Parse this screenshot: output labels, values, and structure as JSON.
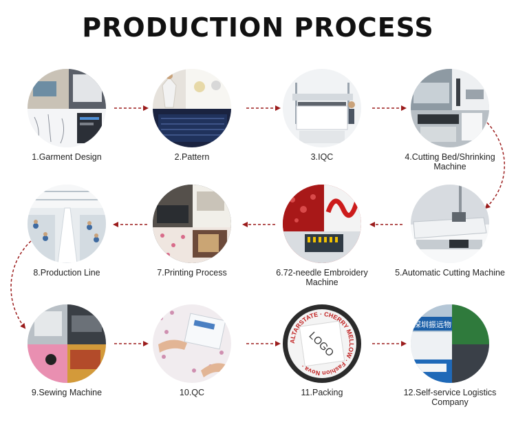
{
  "title": "PRODUCTION PROCESS",
  "steps": [
    {
      "label": "1.Garment Design",
      "icon": "garment-design-photo"
    },
    {
      "label": "2.Pattern",
      "icon": "pattern-photo"
    },
    {
      "label": "3.IQC",
      "icon": "iqc-photo"
    },
    {
      "label": "4.Cutting Bed/Shrinking Machine",
      "icon": "cutting-bed-photo"
    },
    {
      "label": "5.Automatic Cutting Machine",
      "icon": "automatic-cutting-photo"
    },
    {
      "label": "6.72-needle Embroidery Machine",
      "icon": "embroidery-photo"
    },
    {
      "label": "7.Printing Process",
      "icon": "printing-photo"
    },
    {
      "label": "8.Production Line",
      "icon": "production-line-photo"
    },
    {
      "label": "9.Sewing Machine",
      "icon": "sewing-machine-photo"
    },
    {
      "label": "10.QC",
      "icon": "qc-photo"
    },
    {
      "label": "11.Packing",
      "icon": "packing-photo"
    },
    {
      "label": "12.Self-service Logistics Company",
      "icon": "logistics-photo"
    }
  ],
  "packing_photo": {
    "logo_text": "LOGO",
    "ring_text": "ALTARSTATE · CHERRY MELLOW · Fashion Nova ·"
  },
  "logistics_photo": {
    "sign_text": "深圳振远物"
  },
  "colors": {
    "arrow": "#9b1c1c",
    "divider": "#ffd400",
    "title": "#111111"
  }
}
